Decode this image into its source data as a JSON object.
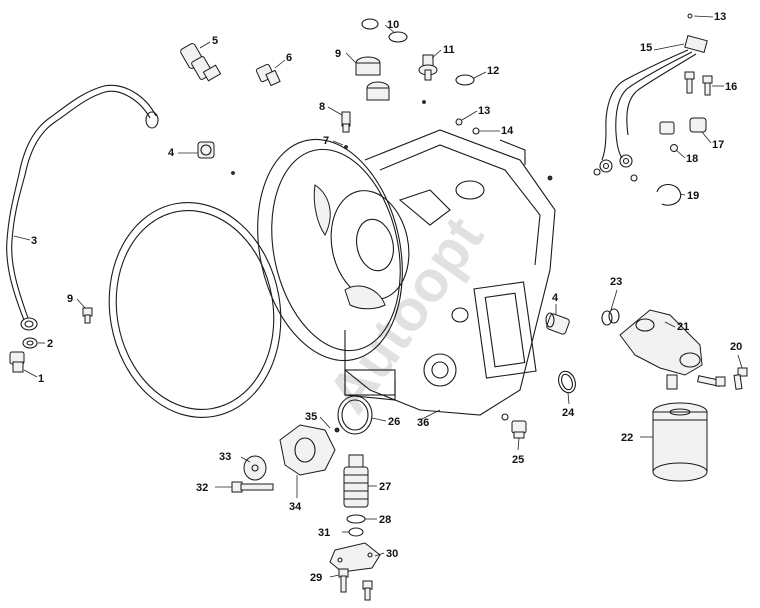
{
  "watermark": "Autoopt",
  "callouts": [
    {
      "id": "c1",
      "text": "1"
    },
    {
      "id": "c2",
      "text": "2"
    },
    {
      "id": "c3",
      "text": "3"
    },
    {
      "id": "c4a",
      "text": "4"
    },
    {
      "id": "c4b",
      "text": "4"
    },
    {
      "id": "c5",
      "text": "5"
    },
    {
      "id": "c6",
      "text": "6"
    },
    {
      "id": "c7",
      "text": "7"
    },
    {
      "id": "c8",
      "text": "8"
    },
    {
      "id": "c9a",
      "text": "9"
    },
    {
      "id": "c9b",
      "text": "9"
    },
    {
      "id": "c10",
      "text": "10"
    },
    {
      "id": "c11",
      "text": "11"
    },
    {
      "id": "c12",
      "text": "12"
    },
    {
      "id": "c13a",
      "text": "13"
    },
    {
      "id": "c13b",
      "text": "13"
    },
    {
      "id": "c14",
      "text": "14"
    },
    {
      "id": "c15",
      "text": "15"
    },
    {
      "id": "c16",
      "text": "16"
    },
    {
      "id": "c17",
      "text": "17"
    },
    {
      "id": "c18",
      "text": "18"
    },
    {
      "id": "c19",
      "text": "19"
    },
    {
      "id": "c20",
      "text": "20"
    },
    {
      "id": "c21",
      "text": "21"
    },
    {
      "id": "c22",
      "text": "22"
    },
    {
      "id": "c23",
      "text": "23"
    },
    {
      "id": "c24",
      "text": "24"
    },
    {
      "id": "c25",
      "text": "25"
    },
    {
      "id": "c26",
      "text": "26"
    },
    {
      "id": "c27",
      "text": "27"
    },
    {
      "id": "c28",
      "text": "28"
    },
    {
      "id": "c29",
      "text": "29"
    },
    {
      "id": "c30",
      "text": "30"
    },
    {
      "id": "c31",
      "text": "31"
    },
    {
      "id": "c32",
      "text": "32"
    },
    {
      "id": "c33",
      "text": "33"
    },
    {
      "id": "c34",
      "text": "34"
    },
    {
      "id": "c35",
      "text": "35"
    },
    {
      "id": "c36",
      "text": "36"
    }
  ]
}
